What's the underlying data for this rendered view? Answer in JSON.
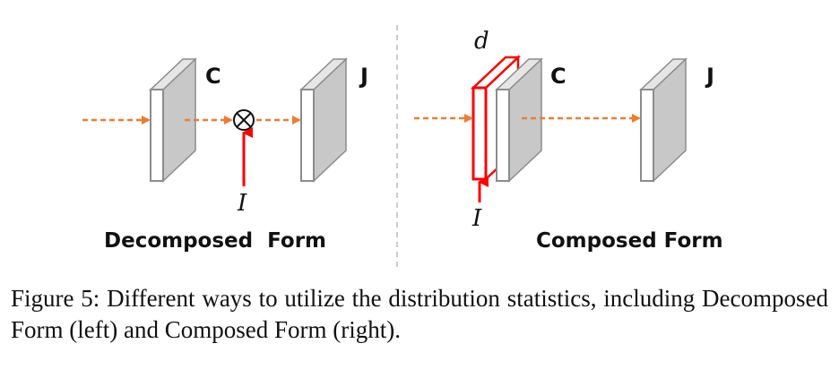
{
  "left_panel": {
    "layer_c_label": "C",
    "layer_j_label": "J",
    "input_label": "I",
    "operator_symbol": "⊗",
    "title": "Decomposed  Form"
  },
  "right_panel": {
    "extra_layer_label": "d",
    "layer_c_label": "C",
    "layer_j_label": "J",
    "input_label": "I",
    "title": "Composed Form"
  },
  "caption": "Figure 5: Different ways to utilize the distribution statistics, including Decomposed Form (left) and Composed Form (right).",
  "colors": {
    "flow_arrow": "#ED7D31",
    "input_arrow": "#FF0000",
    "highlight_layer": "#FF0000",
    "layer_face": "#FFFFFF",
    "layer_side": "#C8C8C8",
    "layer_outline": "#8C8C8C",
    "divider": "#BBBBBB"
  }
}
